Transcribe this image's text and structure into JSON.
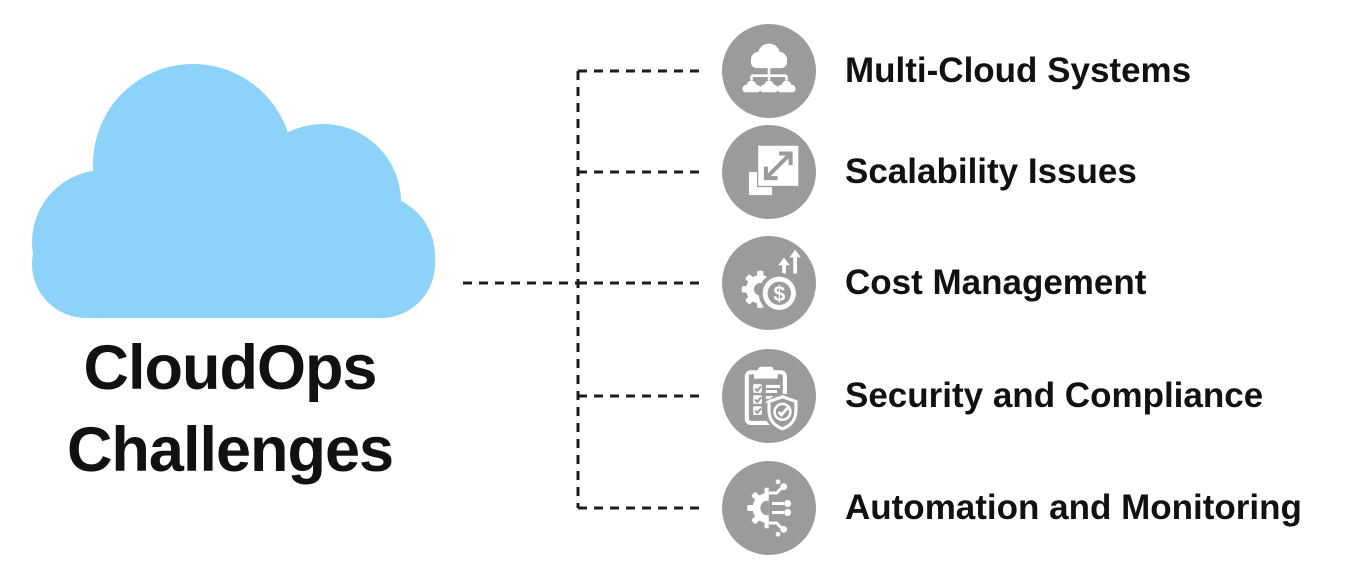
{
  "title": {
    "line1": "CloudOps",
    "line2": "Challenges"
  },
  "colors": {
    "cloud-fill": "#8DD2F9",
    "circle-bg": "#9B9B9B",
    "text": "#111111",
    "connector": "#1C1C1C"
  },
  "items": [
    {
      "label": "Multi-Cloud Systems",
      "icon": "multi-cloud-icon"
    },
    {
      "label": "Scalability Issues",
      "icon": "scalability-icon"
    },
    {
      "label": "Cost Management",
      "icon": "cost-management-icon"
    },
    {
      "label": "Security and Compliance",
      "icon": "security-compliance-icon"
    },
    {
      "label": "Automation and Monitoring",
      "icon": "automation-monitoring-icon"
    }
  ]
}
